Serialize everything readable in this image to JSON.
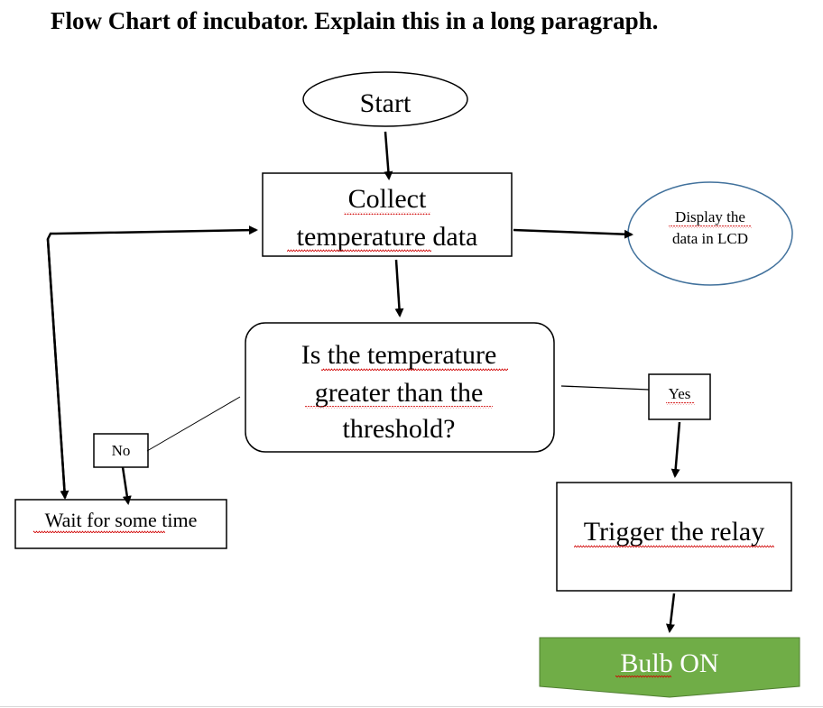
{
  "title": "Flow Chart of incubator. Explain this in a long paragraph.",
  "nodes": {
    "start": "Start",
    "collect_line1": "Collect",
    "collect_line2": "temperature data",
    "display_line1": "Display the",
    "display_line2": "data in LCD",
    "decision_line1": "Is the temperature",
    "decision_line2": "greater than the",
    "decision_line3": "threshold?",
    "yes_label": "Yes",
    "no_label": "No",
    "wait": "Wait for some time",
    "trigger": "Trigger the relay",
    "bulb": "Bulb ON"
  },
  "colors": {
    "ellipse_stroke": "#41719c",
    "bulb_fill": "#70ad47",
    "bulb_stroke": "#507e32",
    "bulb_text": "#ffffff",
    "spellcheck_underline": "#d00000"
  }
}
